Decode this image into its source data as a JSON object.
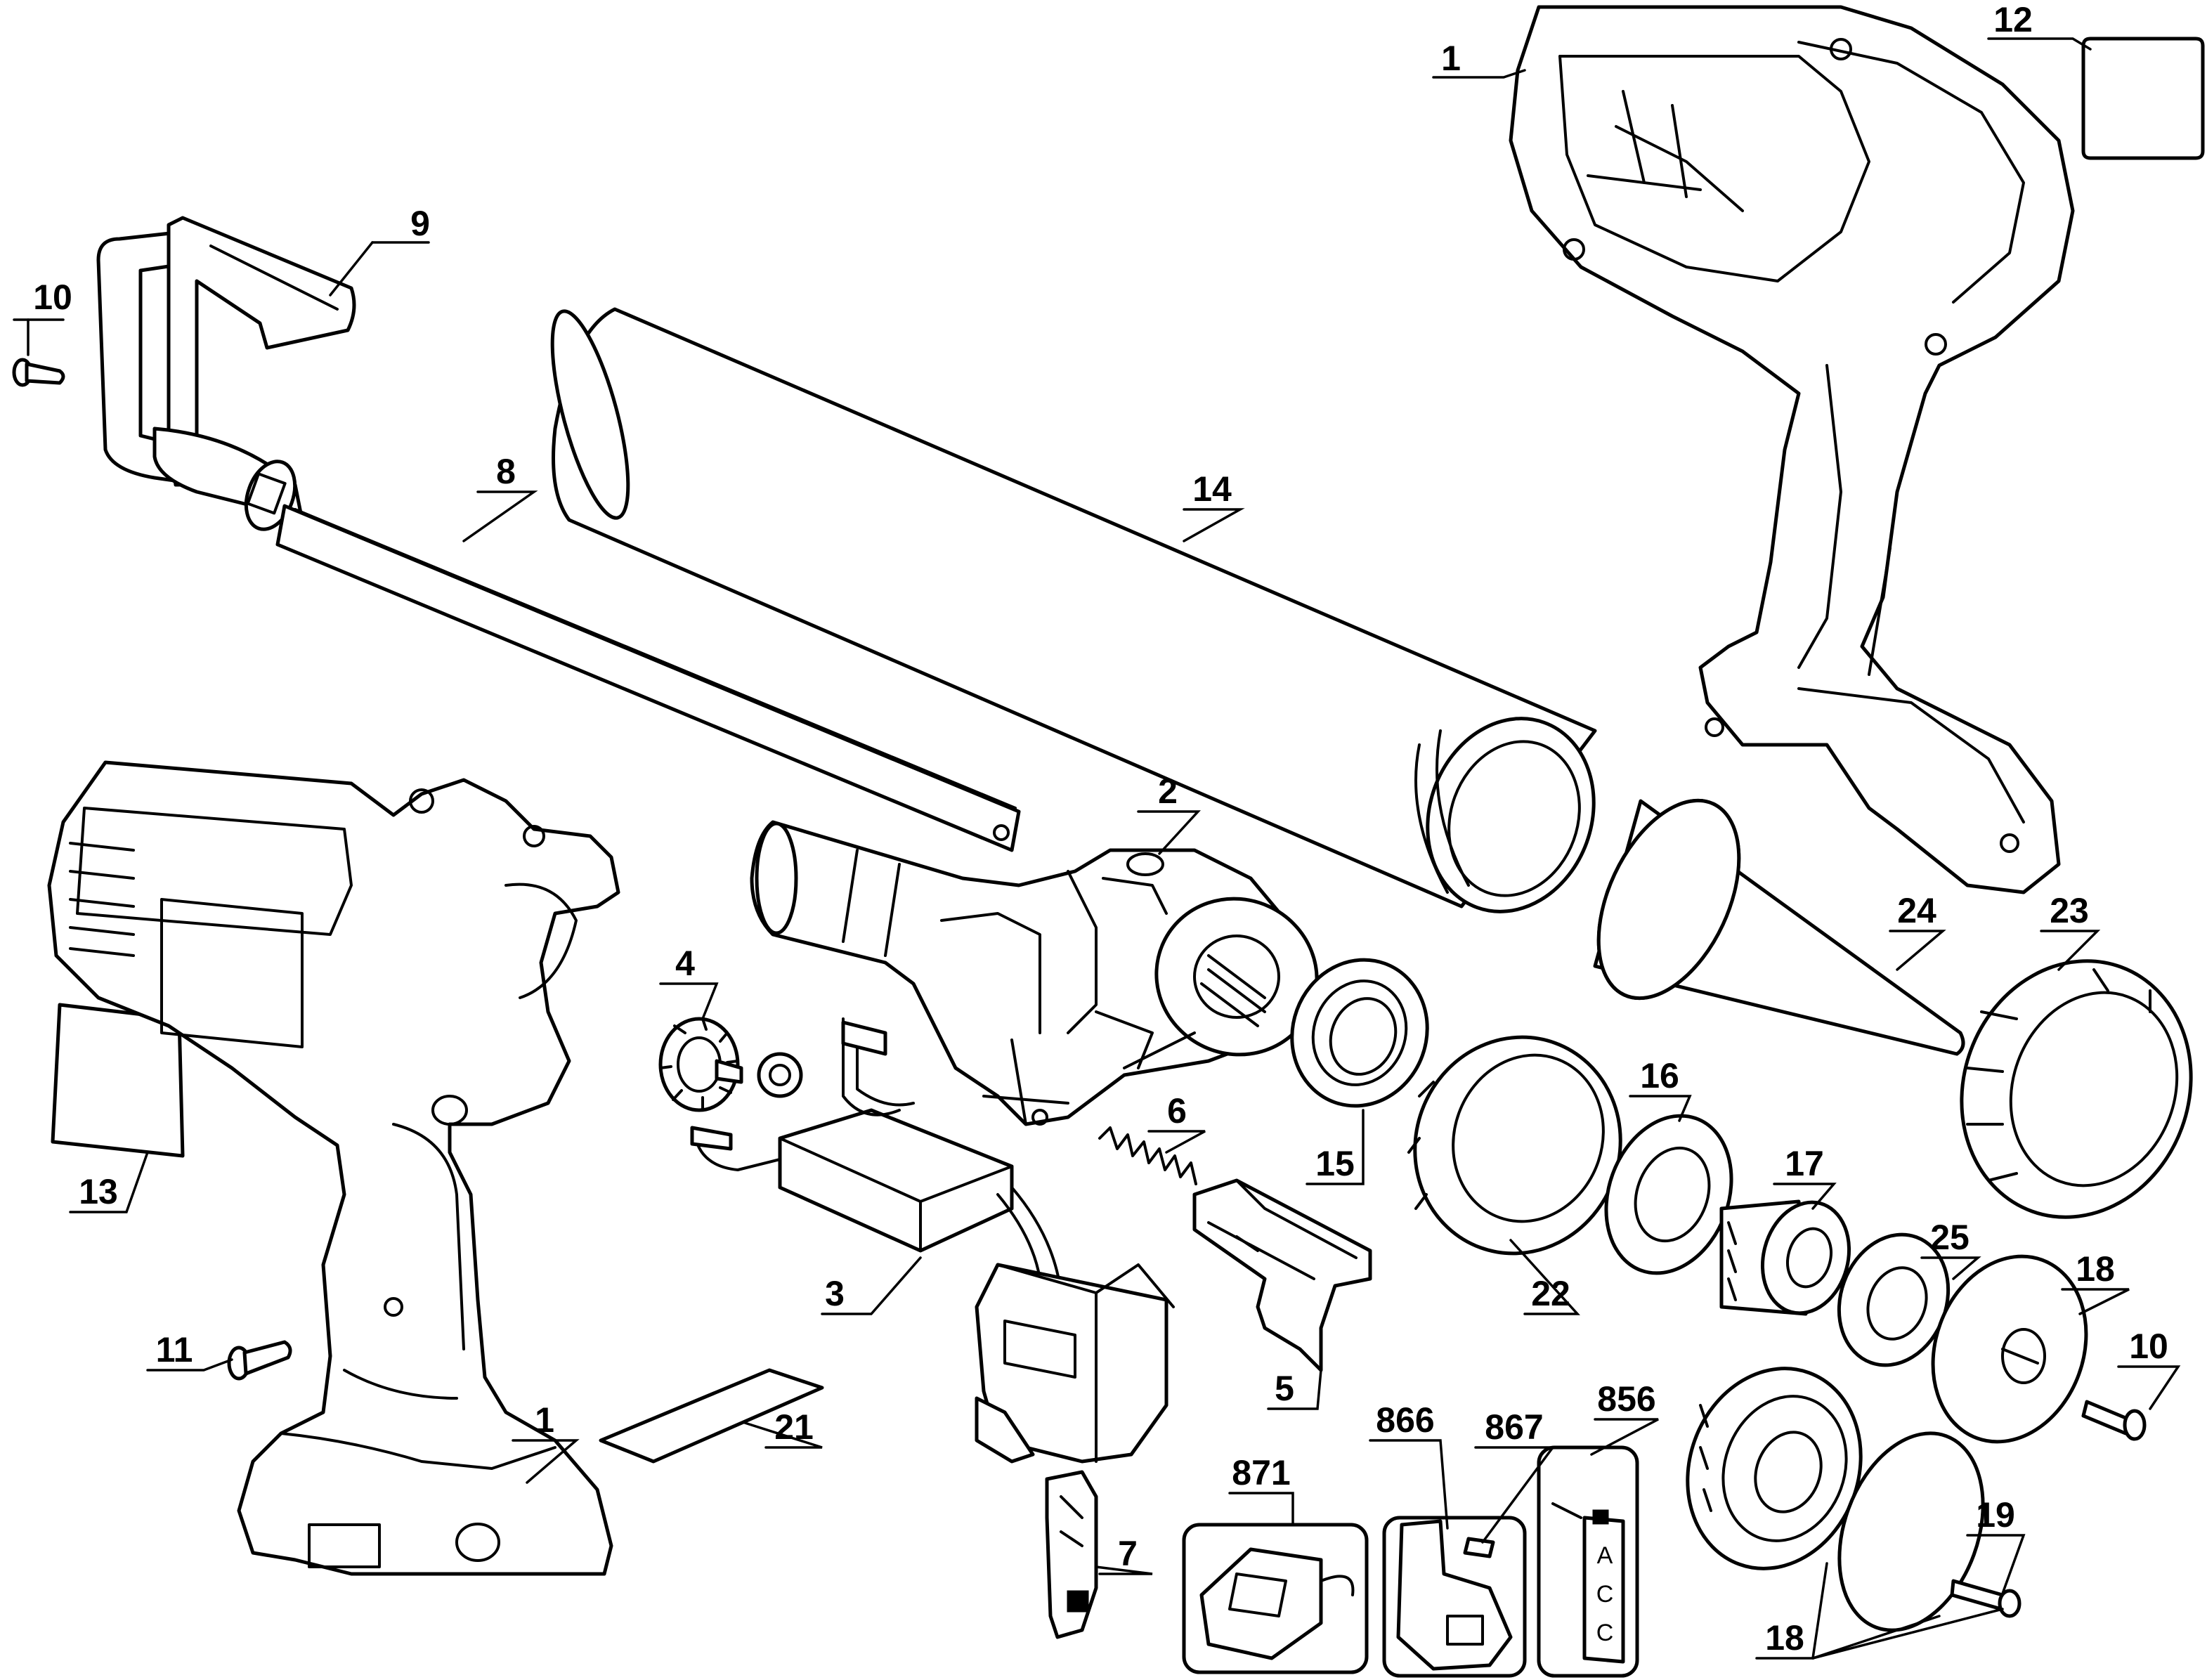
{
  "callouts": {
    "c1_top": "1",
    "c12": "12",
    "c9": "9",
    "c10_top": "10",
    "c8": "8",
    "c14": "14",
    "c2": "2",
    "c4": "4",
    "c6": "6",
    "c15": "15",
    "c24": "24",
    "c23": "23",
    "c16": "16",
    "c17": "17",
    "c25": "25",
    "c18_right": "18",
    "c10_right": "10",
    "c13": "13",
    "c3": "3",
    "c22": "22",
    "c11": "11",
    "c1_bottom": "1",
    "c21": "21",
    "c5": "5",
    "c866": "866",
    "c867": "867",
    "c856": "856",
    "c871": "871",
    "c7": "7",
    "c19": "19",
    "c18_bottom": "18"
  },
  "kit_label": {
    "line1": "A",
    "line2": "C",
    "line3": "C"
  }
}
